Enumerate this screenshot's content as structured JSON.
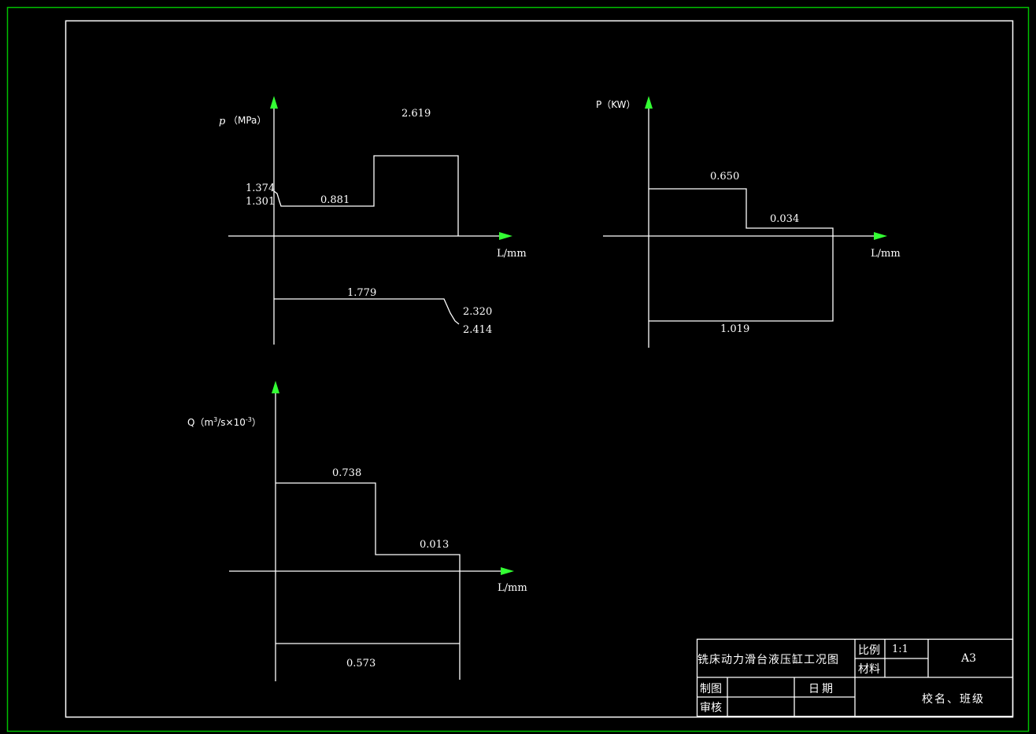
{
  "colors": {
    "background": "#000000",
    "outer_border": "#00c000",
    "lines": "#ffffff",
    "arrow": "#33ff33"
  },
  "pressure_chart": {
    "ylabel_symbol": "p",
    "ylabel_unit": "（MPa）",
    "xlabel": "L/mm",
    "labels": {
      "start_high": "1.374",
      "start_low": "1.301",
      "fast_forward": "0.881",
      "work_feed": "2.619",
      "fast_return": "1.779",
      "end_high": "2.320",
      "end_low": "2.414"
    }
  },
  "power_chart": {
    "ylabel": "P（KW）",
    "xlabel": "L/mm",
    "labels": {
      "fast_forward": "0.650",
      "work_feed": "0.034",
      "fast_return": "1.019"
    }
  },
  "flow_chart": {
    "ylabel_prefix": "Q（m",
    "ylabel_sup1": "3",
    "ylabel_mid": "/s×10",
    "ylabel_sup2": "-3",
    "ylabel_suffix": "）",
    "xlabel": "L/mm",
    "labels": {
      "fast_forward": "0.738",
      "work_feed": "0.013",
      "fast_return": "0.573"
    }
  },
  "chart_data": [
    {
      "type": "line",
      "title": "",
      "ylabel": "p（MPa）",
      "xlabel": "L/mm",
      "series": [
        {
          "values": [
            1.374,
            1.301,
            0.881,
            2.619
          ]
        },
        {
          "values": [
            1.779,
            2.32,
            2.414
          ]
        }
      ]
    },
    {
      "type": "line",
      "title": "",
      "ylabel": "P（KW）",
      "xlabel": "L/mm",
      "series": [
        {
          "values": [
            0.65,
            0.034
          ]
        },
        {
          "values": [
            1.019
          ]
        }
      ]
    },
    {
      "type": "line",
      "title": "",
      "ylabel": "Q（m³/s×10⁻³）",
      "xlabel": "L/mm",
      "series": [
        {
          "values": [
            0.738,
            0.013
          ]
        },
        {
          "values": [
            0.573
          ]
        }
      ]
    }
  ],
  "title_block": {
    "drawing_title": "铣床动力滑台液压缸工况图",
    "scale_label": "比例",
    "scale_value": "1:1",
    "material_label": "材料",
    "sheet_size": "A3",
    "drawn_by_label": "制图",
    "date_label": "日期",
    "checked_by_label": "审核",
    "school_class": "校名、班级"
  }
}
